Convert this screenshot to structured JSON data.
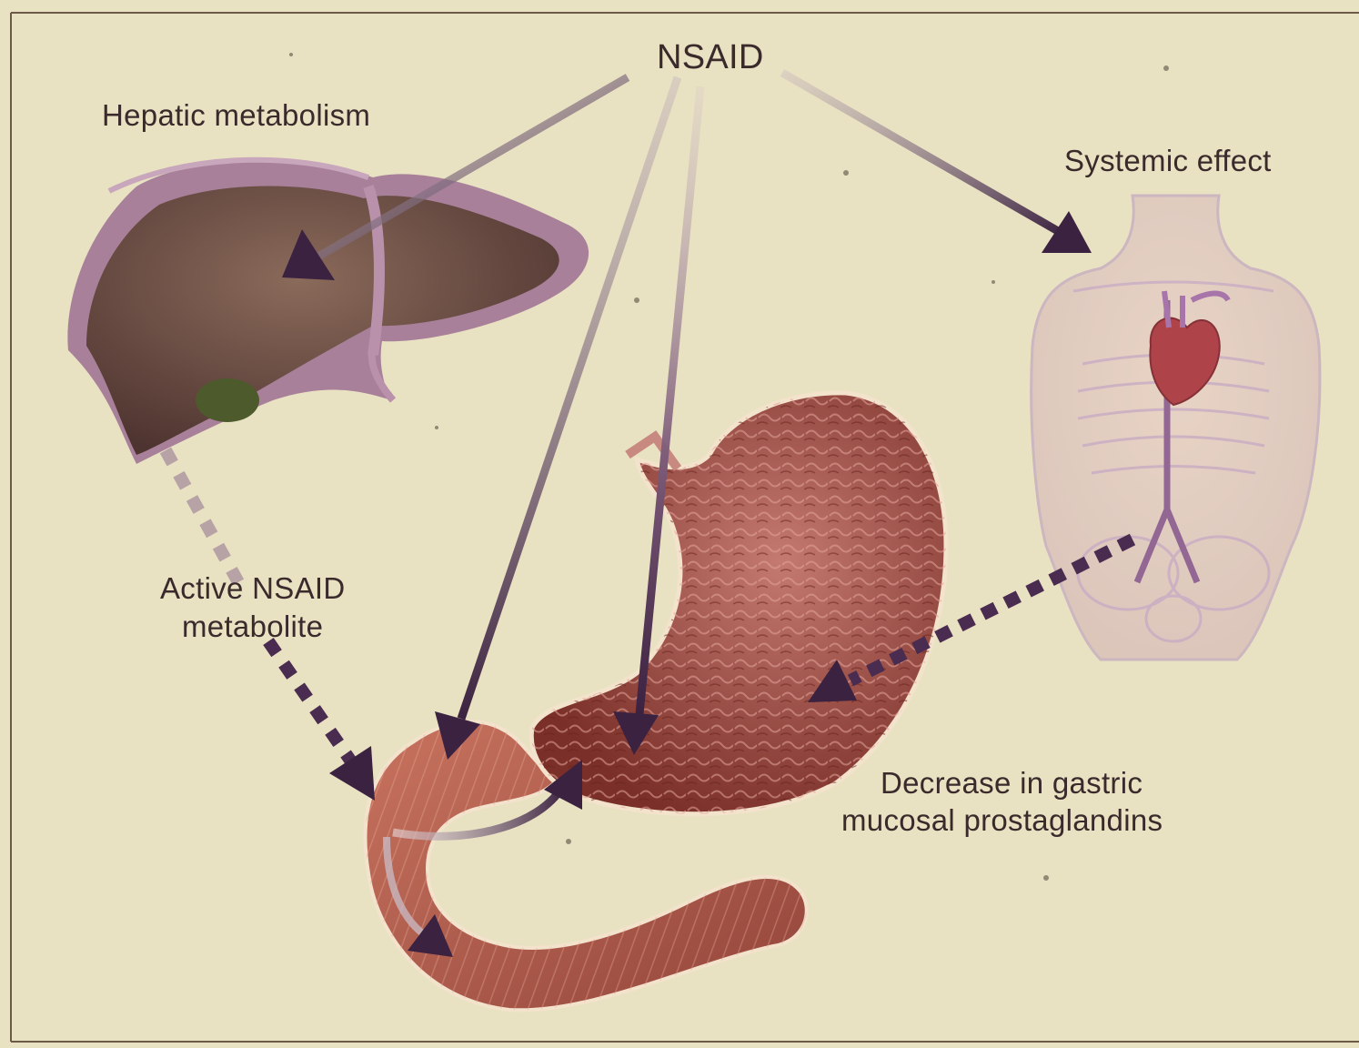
{
  "labels": {
    "nsaid": "NSAID",
    "hepatic": "Hepatic metabolism",
    "systemic": "Systemic effect",
    "metabolite_line1": "Active NSAID",
    "metabolite_line2": "metabolite",
    "decrease_line1": "Decrease in gastric",
    "decrease_line2": "mucosal prostaglandins"
  },
  "colors": {
    "background": "#e9e2c2",
    "arrow": "#3b2240",
    "dashed_arrow_dark": "#4a2c50",
    "dashed_arrow_light": "#b7a3a6",
    "liver": "#6e4e44",
    "liver_capsule": "#9a6f8e",
    "stomach": "#9c4a40",
    "intestine": "#b5604f",
    "body_outline": "#c9b2c0",
    "heart": "#a8323c",
    "text": "#3a2a2c"
  },
  "icons": [
    "liver-illustration",
    "stomach-illustration",
    "duodenum-illustration",
    "torso-illustration",
    "heart-illustration"
  ]
}
